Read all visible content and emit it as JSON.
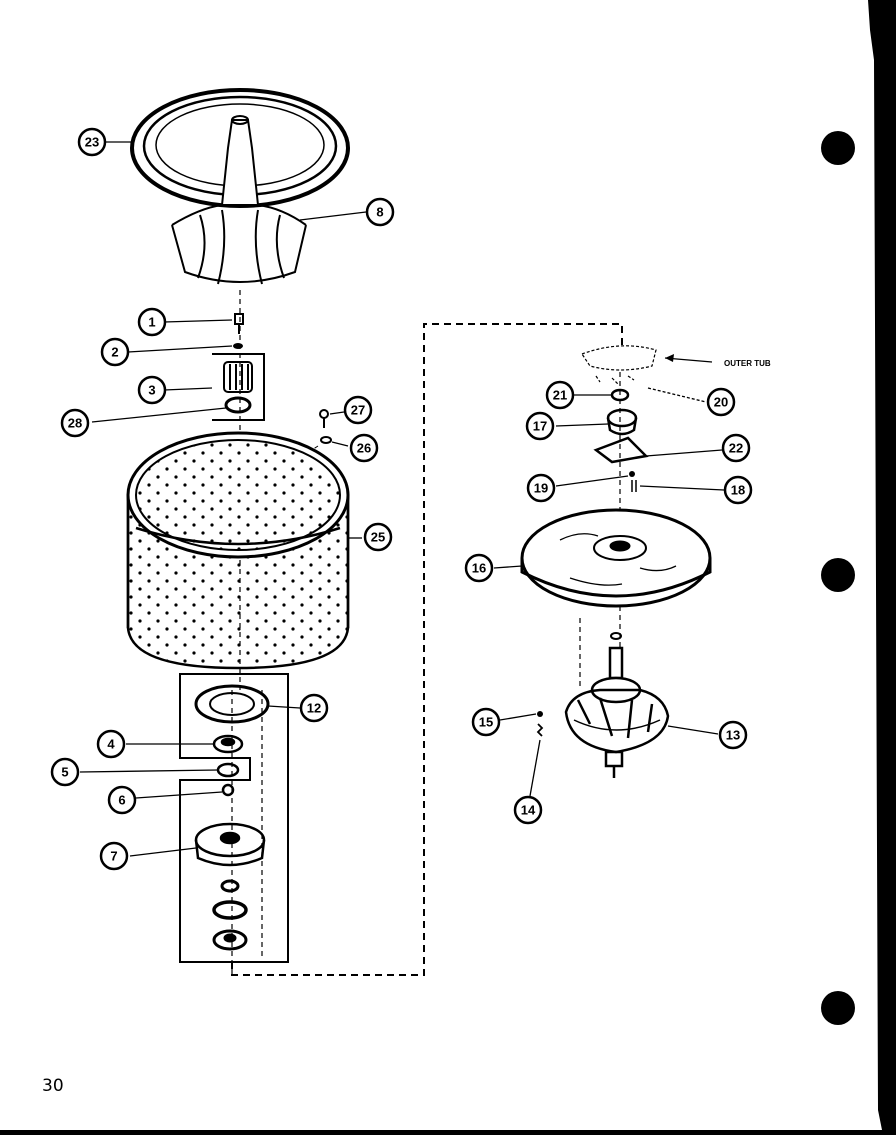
{
  "page": {
    "number": "30"
  },
  "colors": {
    "ink": "#000000",
    "paper": "#ffffff",
    "edge": "#000000"
  },
  "labels": {
    "outer_tub": "OUTER TUB"
  },
  "callouts": [
    {
      "id": "p1",
      "text": "1"
    },
    {
      "id": "p2",
      "text": "2"
    },
    {
      "id": "p3",
      "text": "3"
    },
    {
      "id": "p4",
      "text": "4"
    },
    {
      "id": "p5",
      "text": "5"
    },
    {
      "id": "p6",
      "text": "6"
    },
    {
      "id": "p7",
      "text": "7"
    },
    {
      "id": "p8",
      "text": "8"
    },
    {
      "id": "p12",
      "text": "12"
    },
    {
      "id": "p13",
      "text": "13"
    },
    {
      "id": "p14",
      "text": "14"
    },
    {
      "id": "p15",
      "text": "15"
    },
    {
      "id": "p16",
      "text": "16"
    },
    {
      "id": "p17",
      "text": "17"
    },
    {
      "id": "p18",
      "text": "18"
    },
    {
      "id": "p19",
      "text": "19"
    },
    {
      "id": "p20",
      "text": "20"
    },
    {
      "id": "p21",
      "text": "21"
    },
    {
      "id": "p22",
      "text": "22"
    },
    {
      "id": "p23",
      "text": "23"
    },
    {
      "id": "p25",
      "text": "25"
    },
    {
      "id": "p26",
      "text": "26"
    },
    {
      "id": "p27",
      "text": "27"
    },
    {
      "id": "p28",
      "text": "28"
    }
  ]
}
